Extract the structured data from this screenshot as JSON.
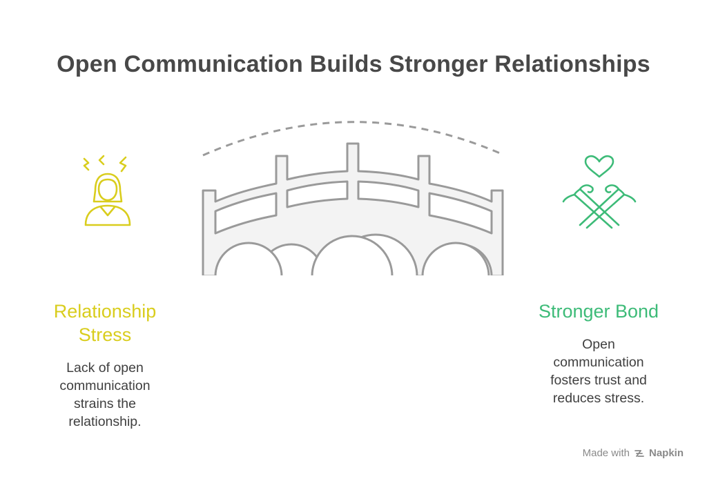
{
  "title": "Open Communication Builds Stronger Relationships",
  "left": {
    "icon": "stressed-person-icon",
    "title_line1": "Relationship",
    "title_line2": "Stress",
    "desc_lines": [
      "Lack of open",
      "communication",
      "strains the",
      "relationship."
    ],
    "color": "#d9cd1d"
  },
  "center": {
    "icon": "bridge-icon"
  },
  "right": {
    "icon": "handshake-heart-icon",
    "title": "Stronger Bond",
    "desc_lines": [
      "Open",
      "communication",
      "fosters trust and",
      "reduces stress."
    ],
    "color": "#3dbb78"
  },
  "footer": {
    "prefix": "Made with",
    "brand": "Napkin"
  }
}
